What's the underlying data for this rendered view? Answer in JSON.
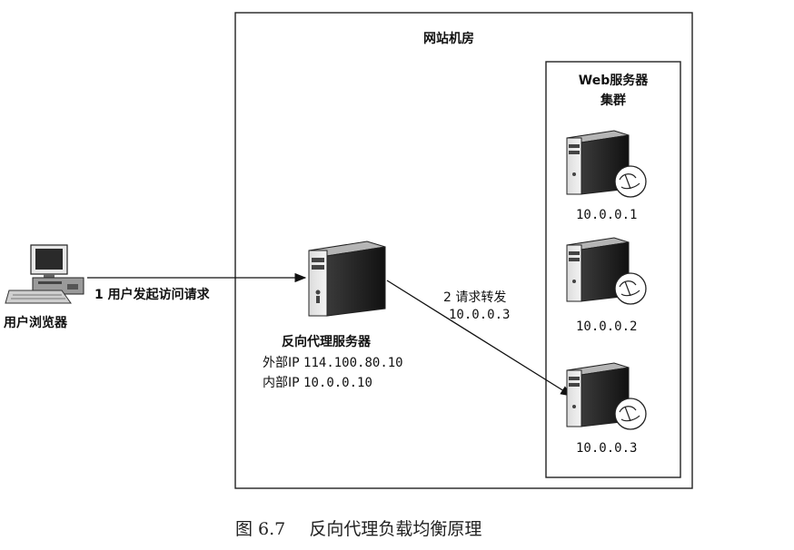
{
  "diagram": {
    "datacenter_label": "网站机房",
    "cluster_label_line1": "Web服务器",
    "cluster_label_line2": "集群",
    "client": {
      "label": "用户浏览器",
      "icon": "desktop-computer-icon"
    },
    "arrow_request_label": "1 用户发起访问请求",
    "proxy": {
      "name": "反向代理服务器",
      "external_ip_label": "外部IP",
      "external_ip": "114.100.80.10",
      "internal_ip_label": "内部IP",
      "internal_ip": "10.0.0.10",
      "icon": "server-icon"
    },
    "arrow_forward_label": "2 请求转发",
    "arrow_forward_ip": "10.0.0.3",
    "servers": [
      {
        "ip": "10.0.0.1",
        "icon": "server-globe-icon"
      },
      {
        "ip": "10.0.0.2",
        "icon": "server-globe-icon"
      },
      {
        "ip": "10.0.0.3",
        "icon": "server-globe-icon"
      }
    ]
  },
  "caption": {
    "figure_number": "图 6.7",
    "title": "反向代理负载均衡原理"
  }
}
